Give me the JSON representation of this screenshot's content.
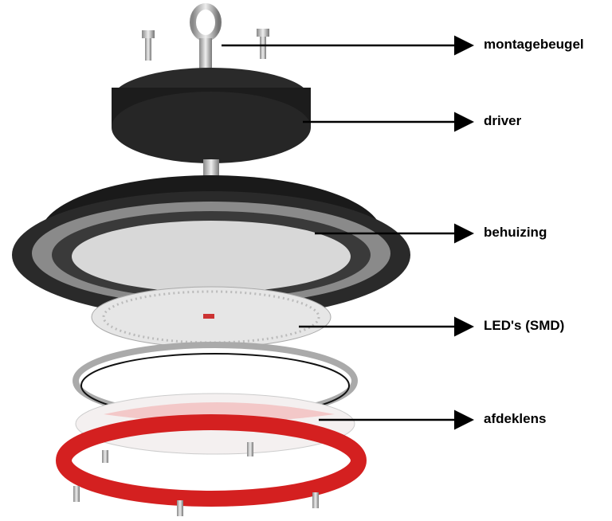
{
  "labels": {
    "mounting_bracket": "montagebeugel",
    "driver": "driver",
    "housing": "behuizing",
    "leds": "LED's (SMD)",
    "cover_lens": "afdeklens"
  },
  "colors": {
    "arrow": "#000000",
    "heatsink": "#1e1e1e",
    "red_ring": "#d42020",
    "silver": "#b8b8b8"
  }
}
